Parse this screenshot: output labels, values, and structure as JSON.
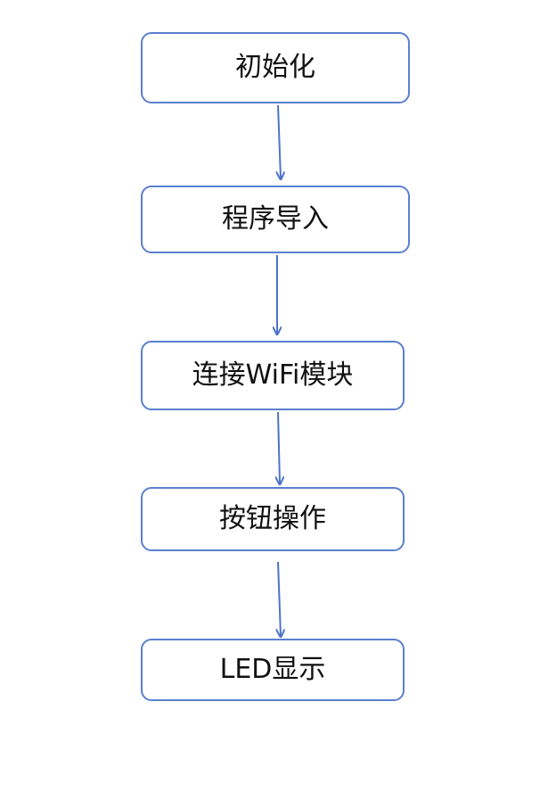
{
  "flowchart": {
    "steps": [
      {
        "label": "初始化"
      },
      {
        "label": "程序导入"
      },
      {
        "label": "连接WiFi模块"
      },
      {
        "label": "按钮操作"
      },
      {
        "label": "LED显示"
      }
    ]
  },
  "colors": {
    "border": "#5b7fd0",
    "arrow": "#4f73c8",
    "text": "#111111",
    "background": "#ffffff"
  }
}
